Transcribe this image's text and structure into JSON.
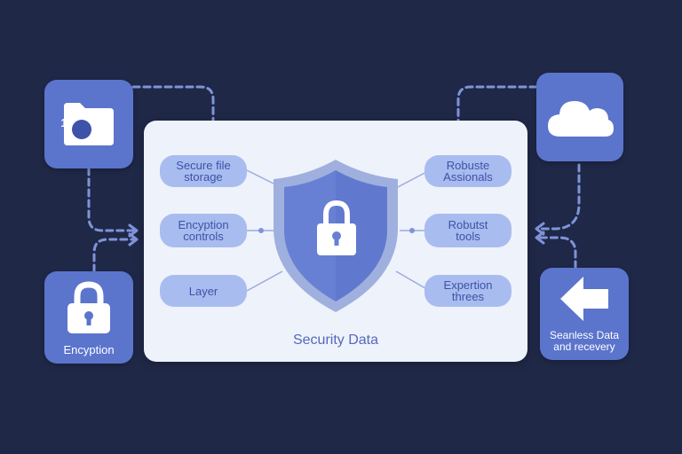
{
  "diagram": {
    "center_caption": "Security Data",
    "left_pills": [
      {
        "label": "Secure file\nstorage"
      },
      {
        "label": "Encyption\ncontrols"
      },
      {
        "label": "Layer"
      }
    ],
    "right_pills": [
      {
        "label": "Robuste\nAssionals"
      },
      {
        "label": "Robutst\ntools"
      },
      {
        "label": "Expertion\nthrees"
      }
    ],
    "tiles": {
      "top_left": {
        "icon": "folder-icon",
        "badge": "1"
      },
      "top_right": {
        "icon": "cloud-icon"
      },
      "bottom_left": {
        "icon": "padlock-icon",
        "label": "Encyption"
      },
      "bottom_right": {
        "icon": "arrow-left-icon",
        "label": "Seanless Data\nand recevery"
      }
    }
  },
  "colors": {
    "background": "#1f2847",
    "tile": "#5b74cc",
    "panel": "#eef2fb",
    "pill": "#a9bcef",
    "pill_text": "#3d52a8",
    "shield_outer": "#9fb0de",
    "shield_inner": "#6780d4",
    "connector": "#7f93d8"
  }
}
